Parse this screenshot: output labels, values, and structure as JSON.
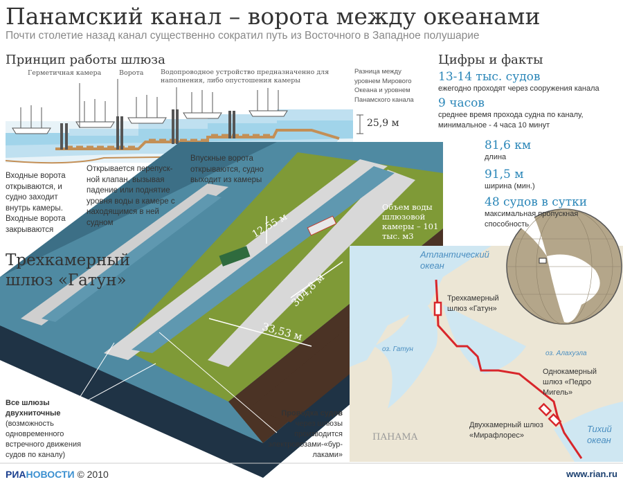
{
  "header": {
    "title": "Панамский канал – ворота между океанами",
    "subtitle": "Почти столетие назад канал существенно сократил путь из Восточного в Западное полушарие"
  },
  "lock_principle": {
    "title": "Принцип работы шлюза",
    "labels": {
      "chamber": "Герметичная камера",
      "gate": "Ворота",
      "water_device": "Водопроводное устройство предназначенно для наполнения, либо опустошения камеры",
      "level_diff": "Разница между уровнем Мирового Океана и уровнем Панамского канала"
    },
    "height": "25,9 м",
    "steps": [
      "Входные ворота открываются, и судно заходит внутрь камеры. Входные ворота закрываются",
      "Открывается перепуск-ной клапан, вызывая падение или поднятие уровня воды в камере с находящимся в ней судном",
      "Впускные ворота открываются, судно выходит из камеры"
    ]
  },
  "facts": {
    "title": "Цифры и факты",
    "items": [
      {
        "value": "13-14 тыс. судов",
        "desc": "ежегодно проходят через сооружения канала"
      },
      {
        "value": "9 часов",
        "desc": "среднее время прохода судна по каналу, минимальное - 4 часа 10 минут"
      },
      {
        "value": "81,6 км",
        "desc": "длина"
      },
      {
        "value": "91,5 м",
        "desc": "ширина (мин.)"
      },
      {
        "value": "48 судов в сутки",
        "desc": "максимальная пропускная способность"
      }
    ]
  },
  "gatun": {
    "title": "Трехкамерный шлюз «Гатун»",
    "depth": "12,55 м",
    "length": "304,8 м",
    "width": "33,53 м",
    "volume": "Объем воды шлюзовой камеры – 101 тыс. м3",
    "note_left_bold": "Все шлюзы двухниточные",
    "note_left": "(возможность одновременного встречного движения судов по каналу)",
    "note_right_bold": "Проводка судов",
    "note_right": "через шлюзы производится электровозами-«бур-лаками»"
  },
  "map": {
    "atlantic": "Атлантический океан",
    "pacific": "Тихий океан",
    "gatun_lake": "оз. Гатун",
    "alajuela_lake": "оз. Алахуэла",
    "country": "ПАНАМА",
    "lock_gatun": "Трехкамерный шлюз «Гатун»",
    "lock_pedro": "Однокамерный шлюз «Педро Мигель»",
    "lock_mira": "Двухкамерный шлюз «Мирафлорес»",
    "route_color": "#d8262b"
  },
  "footer": {
    "logo_ria": "РИА",
    "logo_novosti": "НОВОСТИ",
    "copyright": "© 2010",
    "url": "www.rian.ru"
  },
  "colors": {
    "accent": "#2a86b8",
    "water": "#cfe7f2",
    "land": "#ece6d5",
    "grass": "#7f9a37",
    "soil": "#4b3325"
  }
}
